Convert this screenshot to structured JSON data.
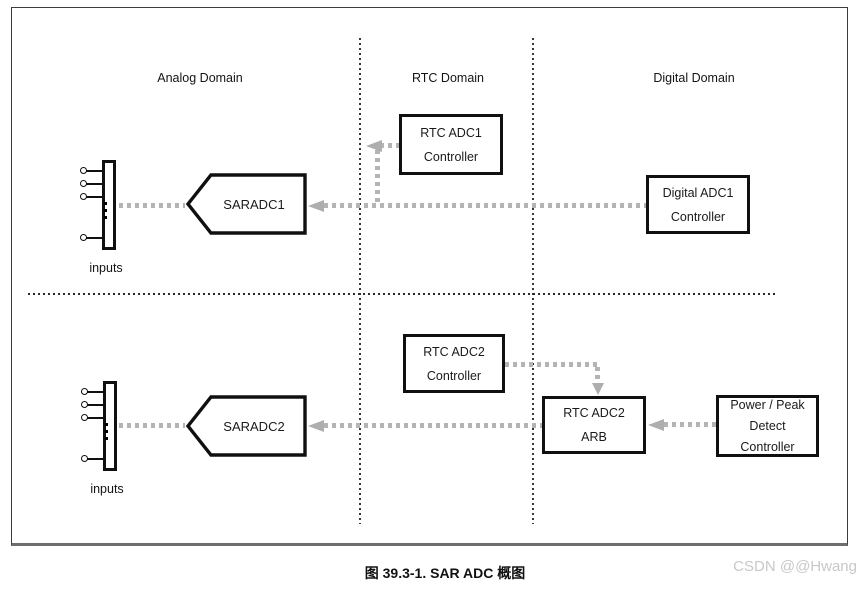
{
  "domains": {
    "analog": "Analog Domain",
    "rtc": "RTC Domain",
    "digital": "Digital Domain"
  },
  "inputs": {
    "top_label": "inputs",
    "bottom_label": "inputs"
  },
  "blocks": {
    "saradc1": {
      "label": "SARADC1"
    },
    "saradc2": {
      "label": "SARADC2"
    },
    "rtc_adc1_controller": {
      "line1": "RTC ADC1",
      "line2": "Controller"
    },
    "digital_adc1_controller": {
      "line1": "Digital ADC1",
      "line2": "Controller"
    },
    "rtc_adc2_controller": {
      "line1": "RTC ADC2",
      "line2": "Controller"
    },
    "rtc_adc2_arb": {
      "line1": "RTC ADC2",
      "line2": "ARB"
    },
    "power_peak_detect_controller": {
      "line1": "Power / Peak",
      "line2": "Detect",
      "line3": "Controller"
    }
  },
  "caption": {
    "text": "图 39.3-1. SAR ADC 概图"
  },
  "watermark": {
    "text": "CSDN @@Hwang"
  },
  "colors": {
    "connector_gray": "#b4b4b4",
    "arrow_gray": "#aeaeae",
    "box_border": "#101010",
    "separator": "#383838",
    "watermark_gray": "#c8c8c8"
  }
}
